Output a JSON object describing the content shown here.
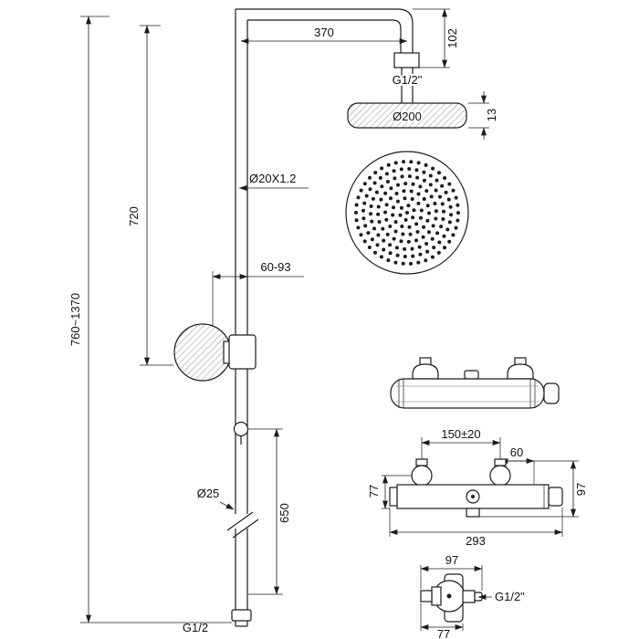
{
  "column": {
    "overall_height": "760~1370",
    "upper_pipe_length": "720",
    "arm_length": "370",
    "arm_drop": "102",
    "pipe_spec": "Ø20X1.2",
    "bracket_depth": "60-93",
    "riser_diameter": "Ø25",
    "lower_pipe_length": "650",
    "hose_thread": "G1/2"
  },
  "head": {
    "thread": "G1/2\"",
    "diameter": "Ø200",
    "thickness": "13"
  },
  "mixer": {
    "inlet_spacing": "150±20",
    "handle_offset": "60",
    "left_height": "77",
    "right_height": "97",
    "width": "293"
  },
  "mixer_side": {
    "width": "97",
    "thread": "G1/2\"",
    "depth": "77"
  }
}
